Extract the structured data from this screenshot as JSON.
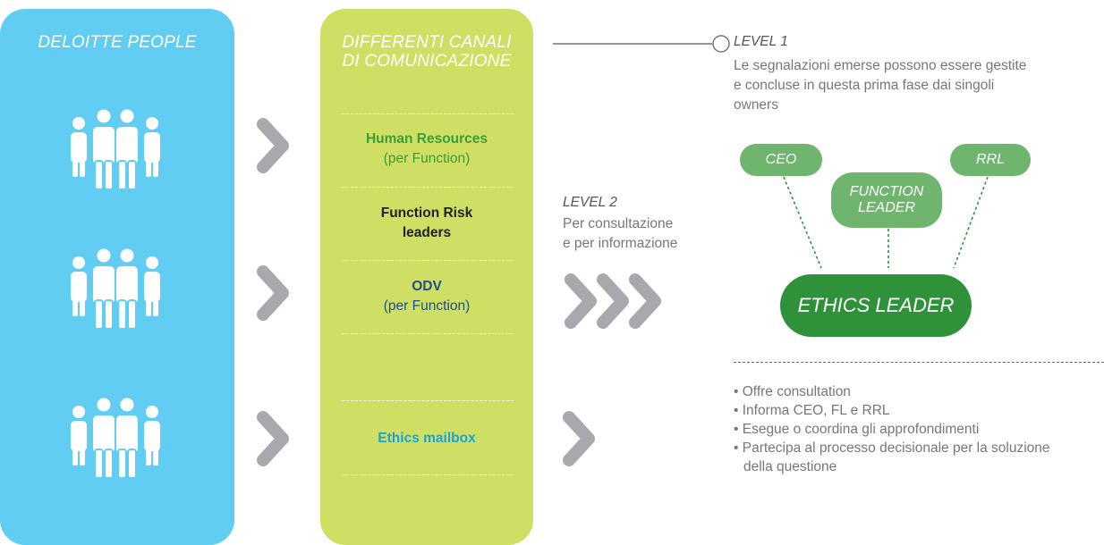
{
  "people_panel": {
    "title": "DELOITTE PEOPLE",
    "icons": [
      "people-group-icon",
      "people-group-icon",
      "people-group-icon"
    ]
  },
  "channels_panel": {
    "title_line1": "DIFFERENTI CANALI",
    "title_line2": "DI COMUNICAZIONE",
    "channels": [
      {
        "line1": "Human Resources",
        "line2": "(per Function)"
      },
      {
        "line1": "Function Risk",
        "line2": "leaders"
      },
      {
        "line1": "ODV",
        "line2": "(per Function)"
      },
      {
        "line1": "Ethics mailbox"
      }
    ]
  },
  "level1": {
    "title": "LEVEL 1",
    "lines": [
      "Le segnalazioni emerse possono essere gestite",
      "e concluse in questa prima fase dai singoli",
      "owners"
    ]
  },
  "level2": {
    "title": "LEVEL 2",
    "lines": [
      "Per consultazione",
      "e per informazione"
    ]
  },
  "org": {
    "ceo": "CEO",
    "rrl": "RRL",
    "function_leader_line1": "FUNCTION",
    "function_leader_line2": "LEADER",
    "ethics_leader": "ETHICS LEADER"
  },
  "bullets": [
    "• Offre consultation",
    "• Informa CEO, FL e RRL",
    "• Esegue o coordina gli approfondimenti",
    "• Partecipa al processo decisionale per la soluzione",
    "della questione"
  ],
  "colors": {
    "people_panel": "#62cdf3",
    "channels_panel": "#cedf64",
    "pill_light_green": "#70b56e",
    "pill_dark_green": "#2f913a",
    "chevron_gray": "#a7a9ac",
    "hr_green": "#3a9e3a",
    "odv_blue": "#1e4f8c",
    "mailbox_cyan": "#1aa3d4"
  }
}
